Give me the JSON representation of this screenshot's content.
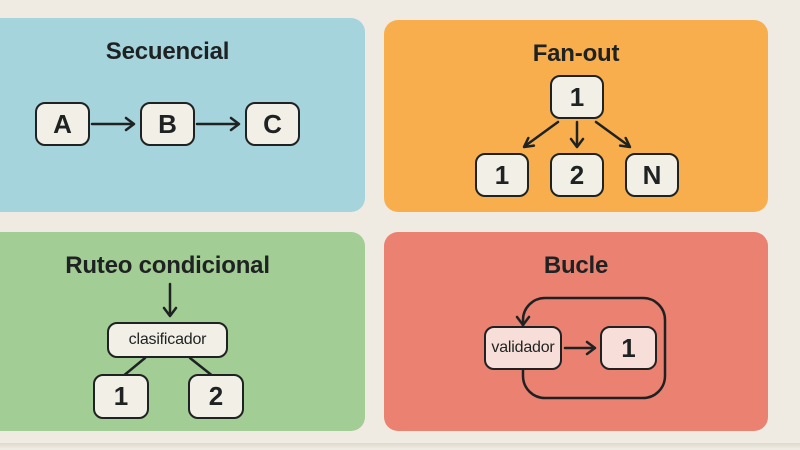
{
  "colors": {
    "background": "#efebe2",
    "ink": "#1f2222",
    "node_fill": "#f2efe6",
    "node_fill_bucle": "#f7ded8",
    "panel_secuencial": "#a5d4dd",
    "panel_fanout": "#f8ae4c",
    "panel_ruteo": "#a2cd94",
    "panel_bucle": "#eb8171"
  },
  "panels": {
    "secuencial": {
      "title": "Secuencial",
      "nodes": [
        "A",
        "B",
        "C"
      ]
    },
    "fanout": {
      "title": "Fan-out",
      "source_node": "1",
      "child_nodes": [
        "1",
        "2",
        "N"
      ]
    },
    "ruteo": {
      "title": "Ruteo condicional",
      "router_node": "clasificador",
      "branch_nodes": [
        "1",
        "2"
      ]
    },
    "bucle": {
      "title": "Bucle",
      "loop_nodes": [
        "validador",
        "1"
      ]
    }
  }
}
